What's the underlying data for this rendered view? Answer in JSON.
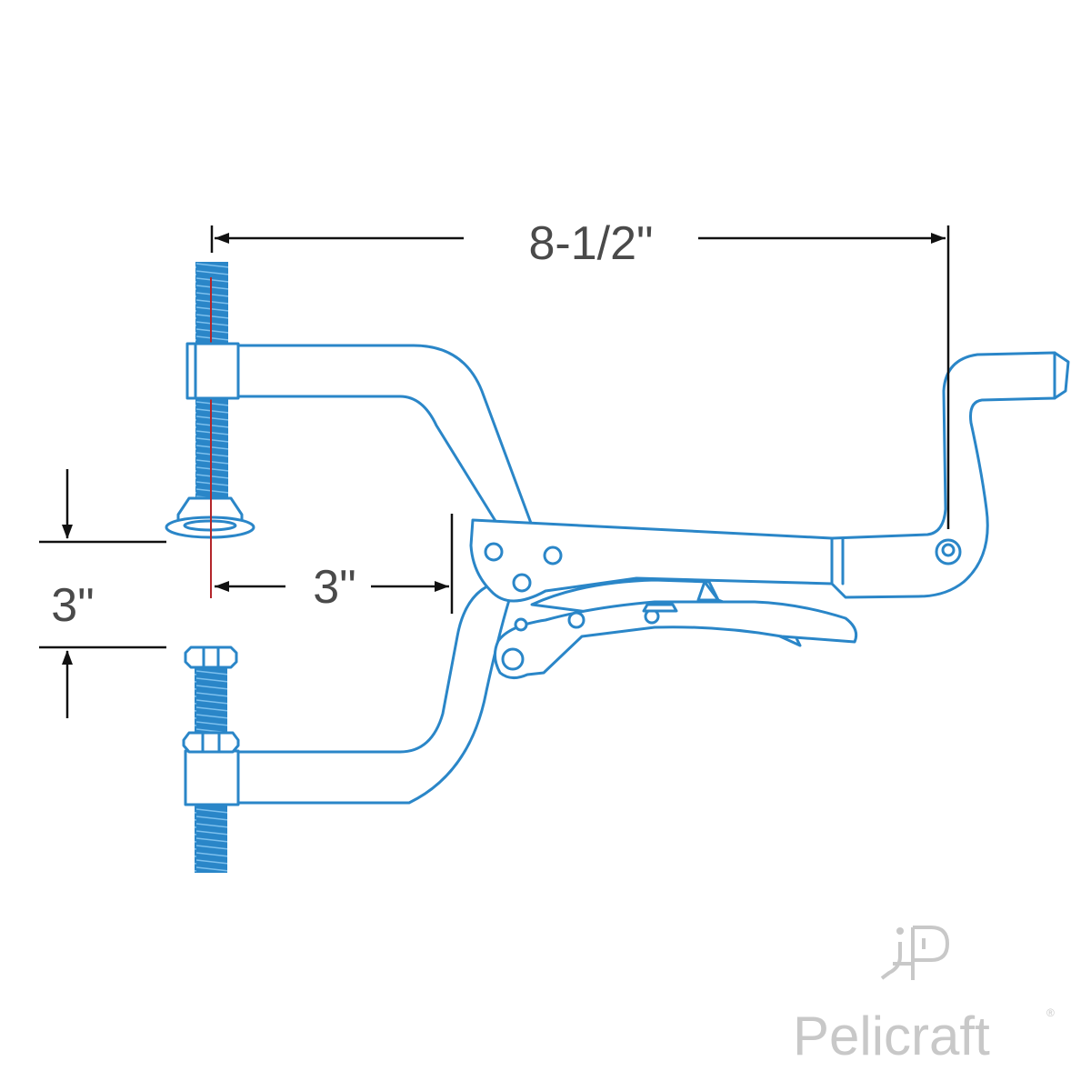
{
  "dimensions": {
    "overall_length": "8-1/2\"",
    "throat_depth": "3\"",
    "jaw_opening": "3\""
  },
  "brand": {
    "name": "Pelicraft",
    "registered": "®"
  },
  "colors": {
    "outline": "#2a86c8",
    "thread": "#2a86c8",
    "centerline": "#b3262b",
    "dimension": "#111111",
    "text": "#4a4a4a",
    "logo": "#c8c8c8"
  },
  "icons": [
    "pelicraft-logo-icon"
  ]
}
